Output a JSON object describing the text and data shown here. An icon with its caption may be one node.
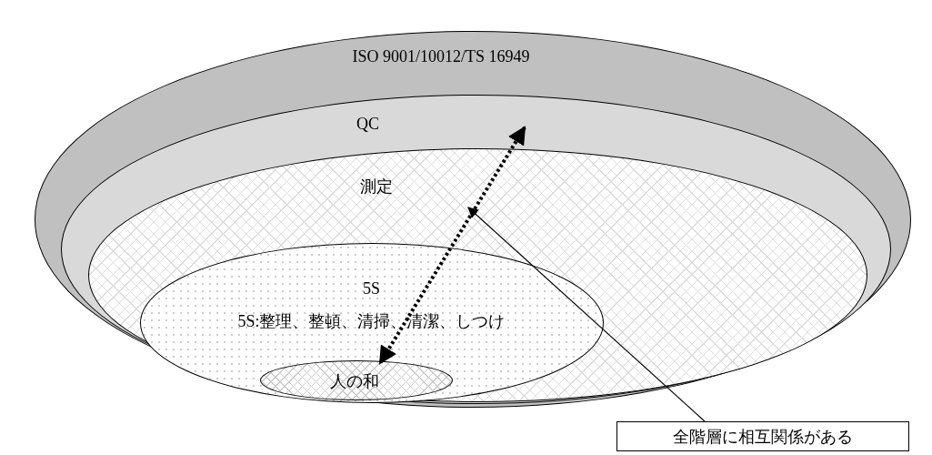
{
  "diagram": {
    "nodes": [
      {
        "text": [
          "ISO 9001/10012/TS 16949"
        ]
      },
      {
        "text": [
          "QC"
        ],
        "in": 0
      },
      {
        "text": [
          "測定"
        ],
        "in": 1
      },
      {
        "text": [
          "5S",
          "5S:整理、整頓、清掃、清潔、しつけ"
        ],
        "in": 2
      },
      {
        "text": [
          "人の和"
        ],
        "in": 3
      },
      {
        "text": [
          "全階層に相互関係がある"
        ]
      }
    ],
    "edges": [
      {
        "from": 1,
        "to": 4,
        "arrow": "both",
        "style": "dashed"
      },
      {
        "from": 5,
        "to": 2,
        "arrow": "to"
      }
    ]
  }
}
